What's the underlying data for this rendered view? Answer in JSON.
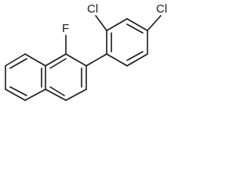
{
  "molecule": {
    "atoms": {
      "fluorine": "F",
      "chlorine_ortho": "Cl",
      "chlorine_para": "Cl"
    }
  }
}
